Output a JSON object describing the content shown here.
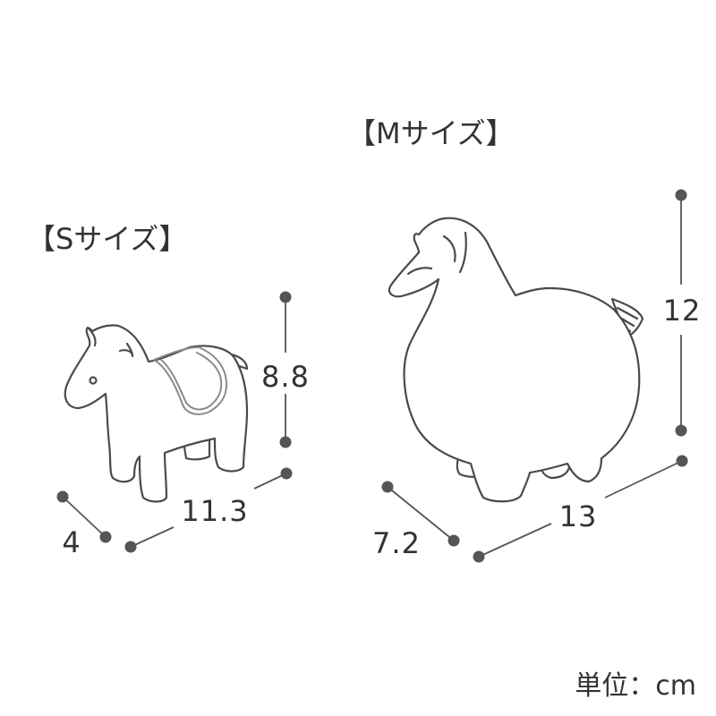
{
  "titles": {
    "s_size": "【Sサイズ】",
    "m_size": "【Mサイズ】"
  },
  "s_dimensions": {
    "height": "8.8",
    "width": "11.3",
    "depth": "4"
  },
  "m_dimensions": {
    "height": "12",
    "width": "13",
    "depth": "7.2"
  },
  "unit_label": "単位：cm",
  "colors": {
    "line": "#4a4a4a",
    "dot": "#555555",
    "text": "#333333",
    "saddle": "#8a8a8a"
  }
}
